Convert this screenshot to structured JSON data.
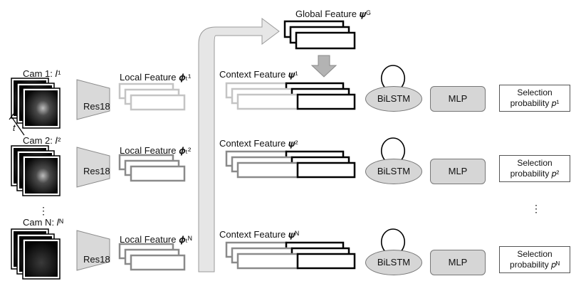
{
  "global_feature_label": "Global Feature 𝝍ᴳ",
  "rows": [
    {
      "cam_label": "Cam 1: 𝐼¹",
      "encoder_label": "Res18",
      "local_label": "Local Feature 𝝓ₜ¹",
      "context_label": "Context Feature 𝝍¹",
      "bilstm_label": "BiLSTM",
      "mlp_label": "MLP",
      "selection_line1": "Selection",
      "selection_line2": "probability 𝑝¹"
    },
    {
      "cam_label": "Cam 2: 𝐼²",
      "encoder_label": "Res18",
      "local_label": "Local Feature 𝝓ₜ²",
      "context_label": "Context Feature 𝝍²",
      "bilstm_label": "BiLSTM",
      "mlp_label": "MLP",
      "selection_line1": "Selection",
      "selection_line2": "probability 𝑝²"
    },
    {
      "cam_label": "Cam N: 𝐼ᴺ",
      "encoder_label": "Res18",
      "local_label": "Local Feature 𝝓ₜᴺ",
      "context_label": "Context Feature 𝝍ᴺ",
      "bilstm_label": "BiLSTM",
      "mlp_label": "MLP",
      "selection_line1": "Selection",
      "selection_line2": "probability 𝑝ᴺ"
    }
  ],
  "time_axis_label": "𝑡",
  "vertical_ellipsis_left": "⋮",
  "vertical_ellipsis_right": "⋮"
}
